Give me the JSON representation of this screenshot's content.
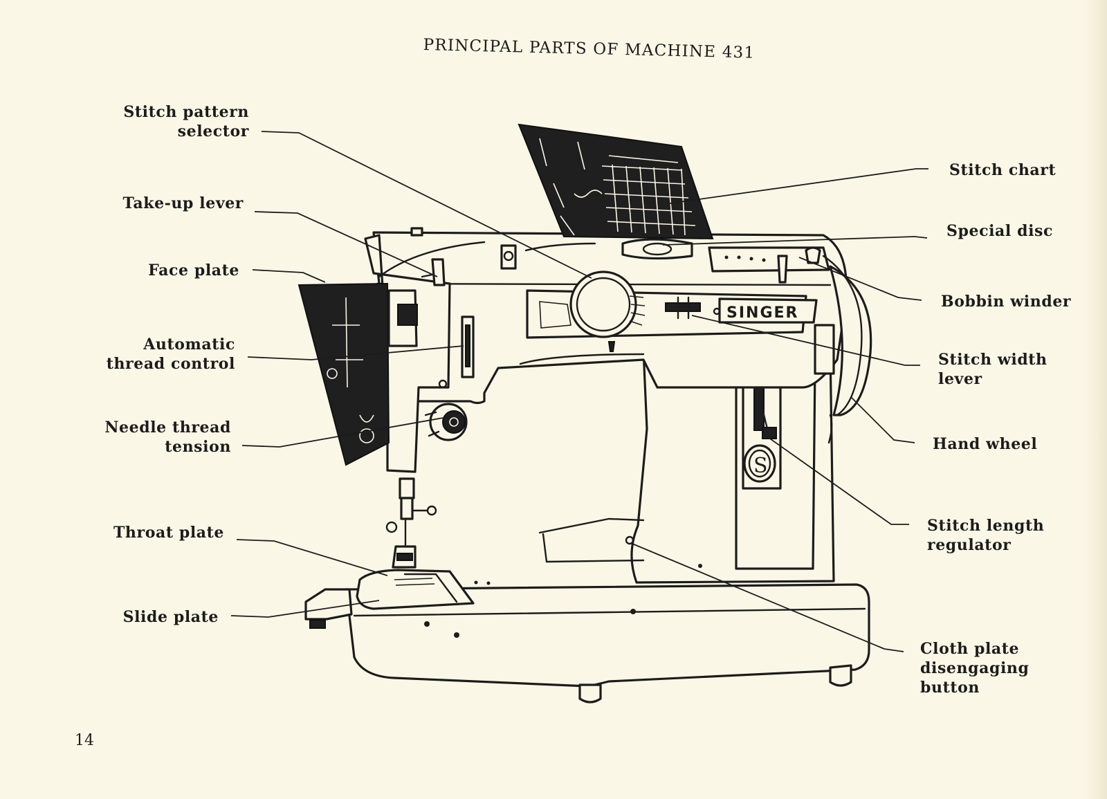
{
  "page": {
    "title": "PRINCIPAL PARTS OF MACHINE 431",
    "page_number": "14"
  },
  "brand": {
    "logo_text": "SINGER"
  },
  "labels": {
    "stitch_pattern_selector": [
      "Stitch pattern",
      "selector"
    ],
    "take_up_lever": [
      "Take-up lever"
    ],
    "face_plate": [
      "Face plate"
    ],
    "automatic_thread_control": [
      "Automatic",
      "thread control"
    ],
    "needle_thread_tension": [
      "Needle thread",
      "tension"
    ],
    "throat_plate": [
      "Throat plate"
    ],
    "slide_plate": [
      "Slide plate"
    ],
    "stitch_chart": [
      "Stitch chart"
    ],
    "special_disc": [
      "Special disc"
    ],
    "bobbin_winder": [
      "Bobbin winder"
    ],
    "stitch_width_lever": [
      "Stitch width",
      "lever"
    ],
    "hand_wheel": [
      "Hand wheel"
    ],
    "stitch_length_regulator": [
      "Stitch length",
      "regulator"
    ],
    "cloth_plate_disengaging_button": [
      "Cloth plate",
      "disengaging",
      "button"
    ]
  },
  "colors": {
    "paper": "#fbf7e6",
    "ink": "#1c1c1c"
  }
}
